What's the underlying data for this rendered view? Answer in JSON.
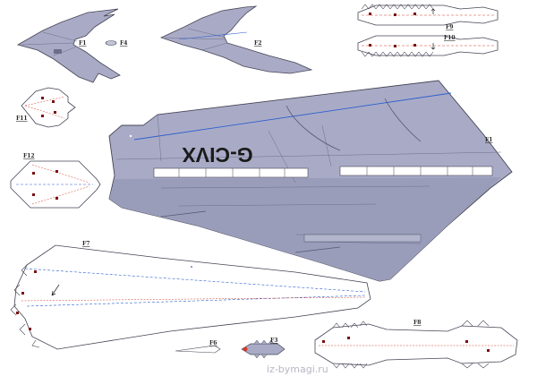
{
  "sheet": {
    "registration": "G-CIVX",
    "watermark": "iz-bymagi.ru",
    "colors": {
      "panel_fill": "#a9abc6",
      "panel_dark": "#8d90ad",
      "panel_light": "#c3c5d8",
      "outline": "#444455",
      "blue_line": "#2d5fcf",
      "red_line": "#d23c2a"
    }
  },
  "parts": [
    {
      "key": "f1_top",
      "label": "F1"
    },
    {
      "key": "f4",
      "label": "F4"
    },
    {
      "key": "f2",
      "label": "F2"
    },
    {
      "key": "f9",
      "label": "F9"
    },
    {
      "key": "f10",
      "label": "F10"
    },
    {
      "key": "f11",
      "label": "F11"
    },
    {
      "key": "f12",
      "label": "F12"
    },
    {
      "key": "f1_wing",
      "label": "F1"
    },
    {
      "key": "f7",
      "label": "F7"
    },
    {
      "key": "f6",
      "label": "F6"
    },
    {
      "key": "f3",
      "label": "F3"
    },
    {
      "key": "f8",
      "label": "F8"
    }
  ]
}
